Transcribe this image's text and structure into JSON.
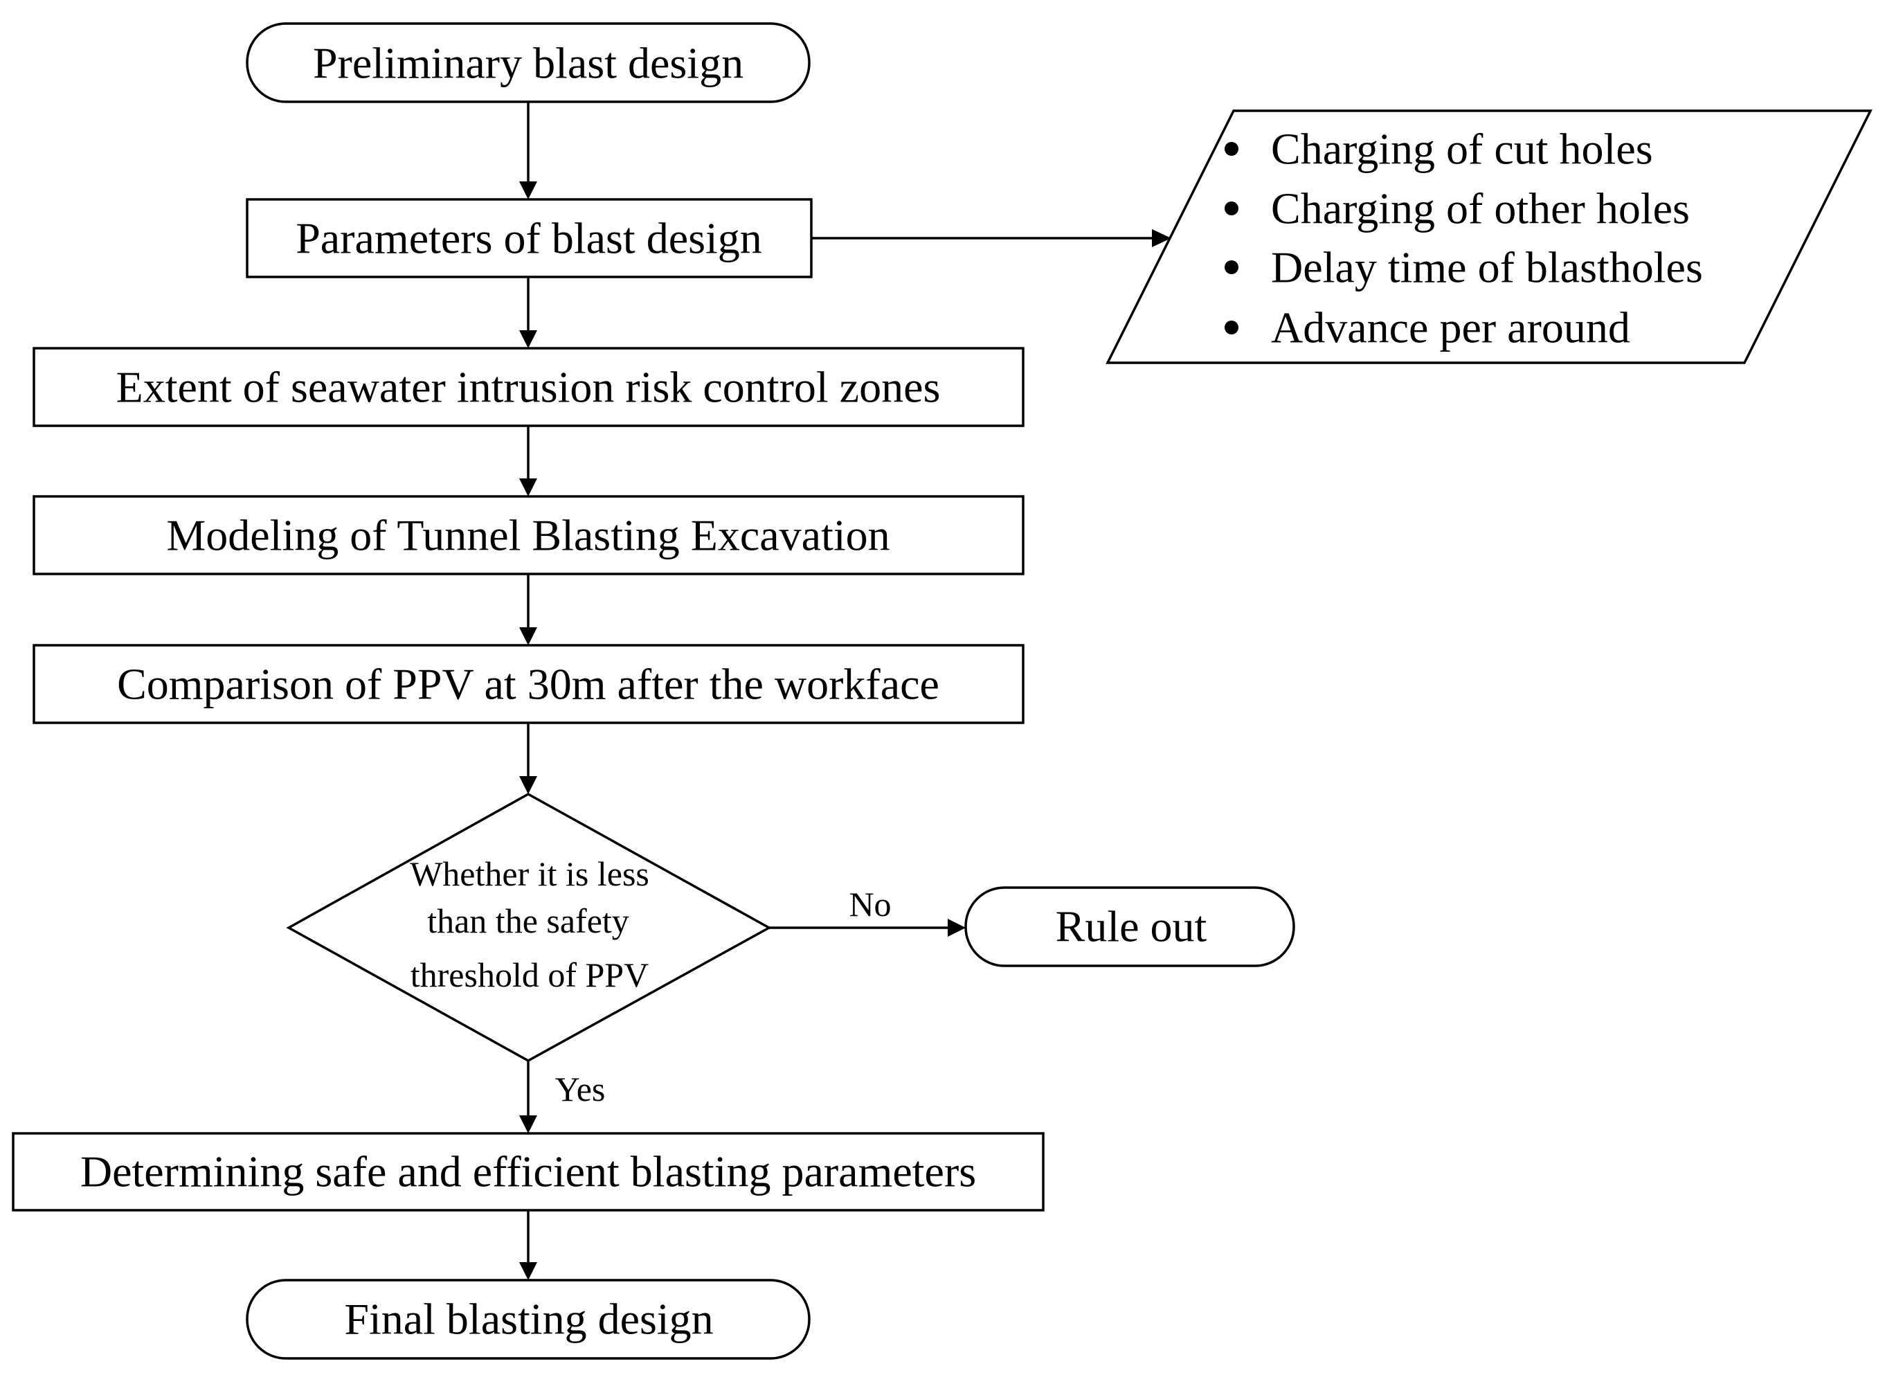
{
  "nodes": {
    "start": "Preliminary blast design",
    "params": "Parameters of blast design",
    "extent": "Extent of seawater intrusion risk control zones",
    "modeling": "Modeling of Tunnel Blasting Excavation",
    "comparison": "Comparison of PPV at  30m after the workface",
    "decision": [
      "Whether it is less",
      "than the safety",
      "threshold of PPV"
    ],
    "rule_out": "Rule out",
    "determine": "Determining safe and efficient blasting parameters",
    "final": "Final blasting design"
  },
  "parameter_list": [
    "Charging of cut holes",
    "Charging of other holes",
    "Delay time of blastholes",
    "Advance per around"
  ],
  "edge_labels": {
    "no": "No",
    "yes": "Yes"
  },
  "colors": {
    "stroke": "#000000",
    "fill": "#ffffff"
  }
}
